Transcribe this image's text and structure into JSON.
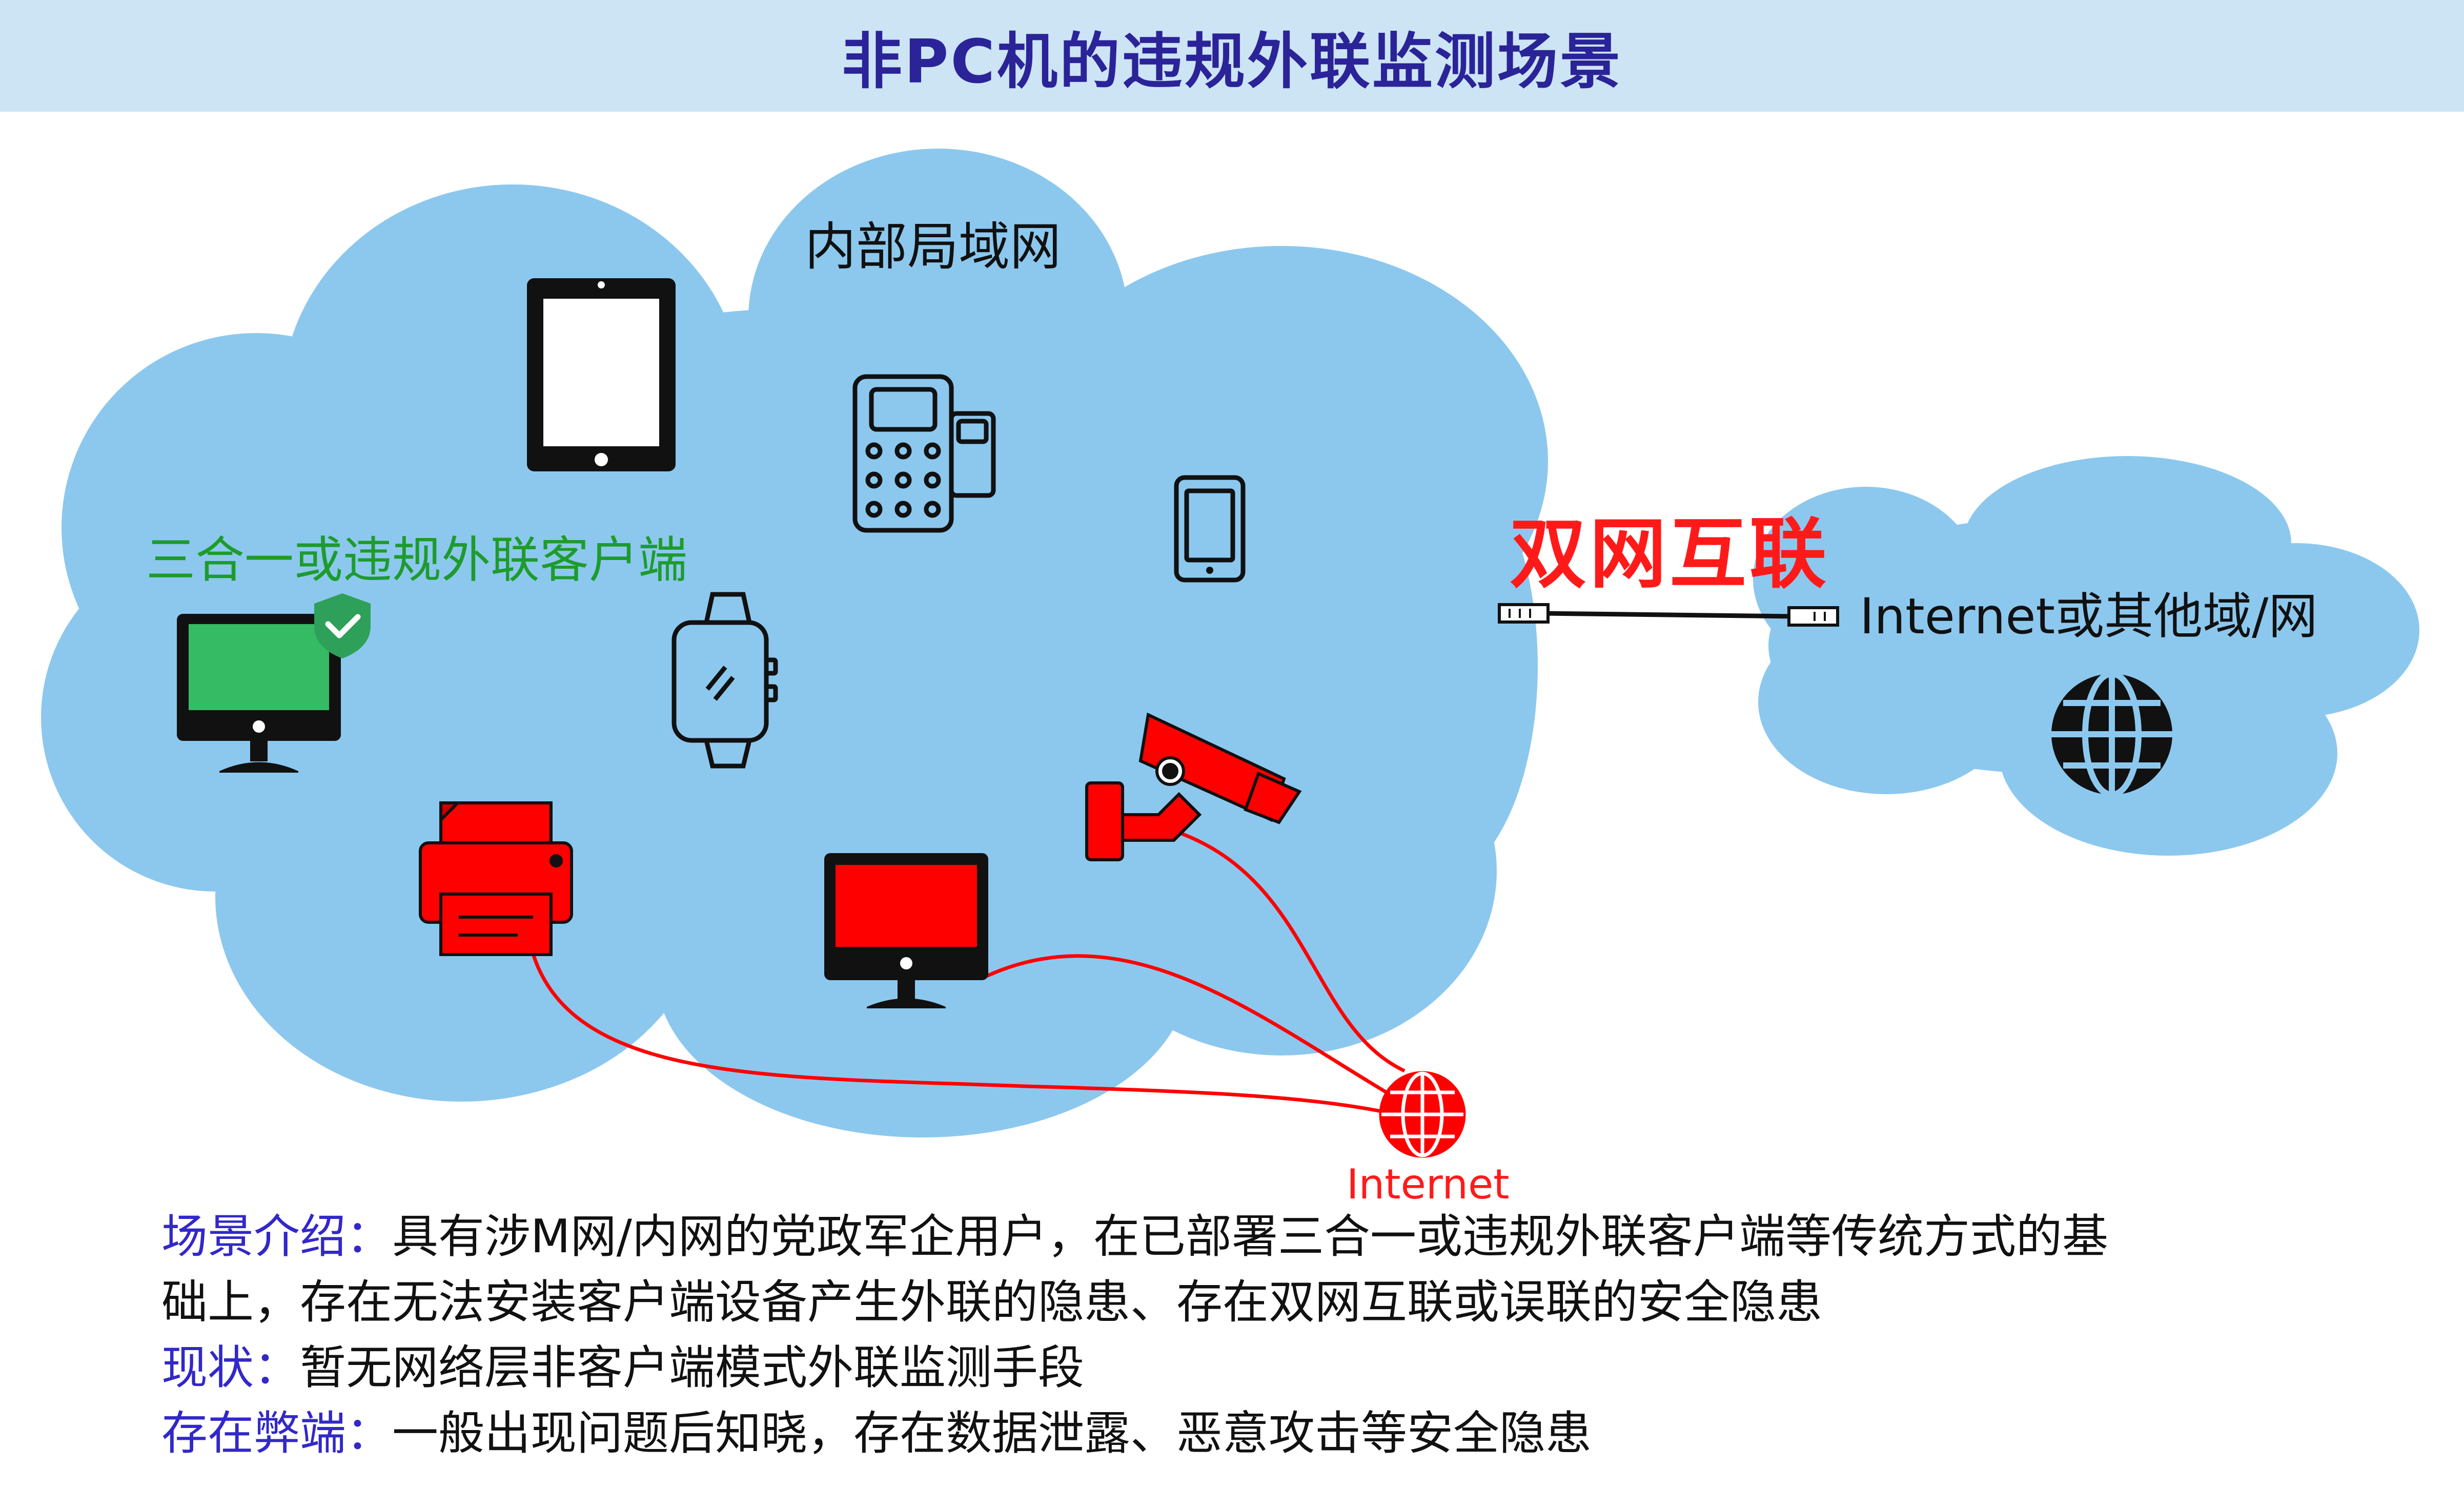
{
  "title": "非PC机的违规外联监测场景",
  "lan_label": "内部局域网",
  "client_label": "三合一或违规外联客户端",
  "dual_link_label": "双网互联",
  "external_label": "Internet或其他域/网",
  "internet_label": "Internet",
  "description": {
    "intro_key": "场景介绍：",
    "intro_text_1": "具有涉M网/内网的党政军企用户，在已部署三合一或违规外联客户端等传统方式的基",
    "intro_text_2": "础上，存在无法安装客户端设备产生外联的隐患、存在双网互联或误联的安全隐患",
    "status_key": "现状：",
    "status_text": "暂无网络层非客户端模式外联监测手段",
    "drawback_key": "存在弊端：",
    "drawback_text": "一般出现问题后知晓，存在数据泄露、恶意攻击等安全隐患"
  },
  "colors": {
    "title_bar": "#cce4f4",
    "title_text": "#2b2398",
    "cloud": "#8cc8ee",
    "violation": "#ff0000",
    "client": "#1e9b2d",
    "key_text": "#3228c8"
  },
  "icons": [
    "tablet-icon",
    "pos-terminal-icon",
    "smartphone-icon",
    "smartwatch-icon",
    "monitor-icon",
    "shield-check-icon",
    "printer-icon",
    "security-camera-icon",
    "globe-icon",
    "network-cable-icon"
  ]
}
